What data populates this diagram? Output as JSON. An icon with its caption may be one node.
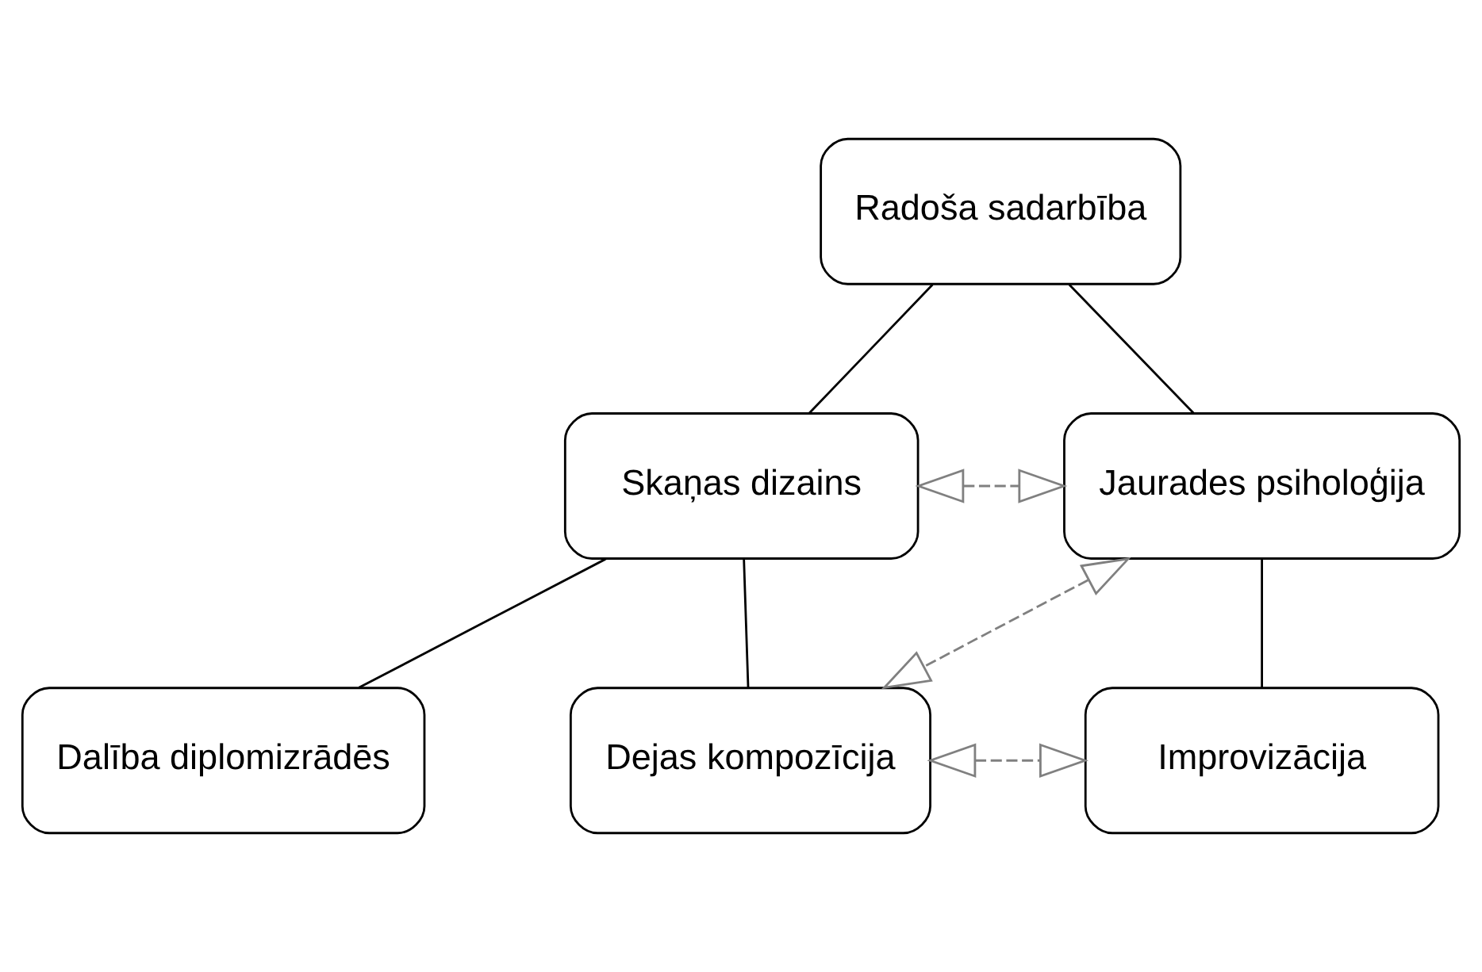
{
  "diagram": {
    "nodes": [
      {
        "text": [
          "Radoša sadarbība"
        ]
      },
      {
        "text": [
          "Skaņas dizains"
        ]
      },
      {
        "text": [
          "Jaurades psiholoģija"
        ]
      },
      {
        "text": [
          "Dalība diplomizrādēs"
        ]
      },
      {
        "text": [
          "Dejas kompozīcija"
        ]
      },
      {
        "text": [
          "Improvizācija"
        ]
      }
    ],
    "edges": [
      {
        "from": 0,
        "to": 1,
        "arrow": "none"
      },
      {
        "from": 0,
        "to": 2,
        "arrow": "none"
      },
      {
        "from": 1,
        "to": 3,
        "arrow": "none"
      },
      {
        "from": 1,
        "to": 4,
        "arrow": "none"
      },
      {
        "from": 2,
        "to": 5,
        "arrow": "none"
      },
      {
        "from": 1,
        "to": 2,
        "arrow": "both",
        "style": "dashed",
        "color": "#808080"
      },
      {
        "from": 2,
        "to": 4,
        "arrow": "both",
        "style": "dashed",
        "color": "#808080"
      },
      {
        "from": 4,
        "to": 5,
        "arrow": "both",
        "style": "dashed",
        "color": "#808080"
      }
    ]
  }
}
